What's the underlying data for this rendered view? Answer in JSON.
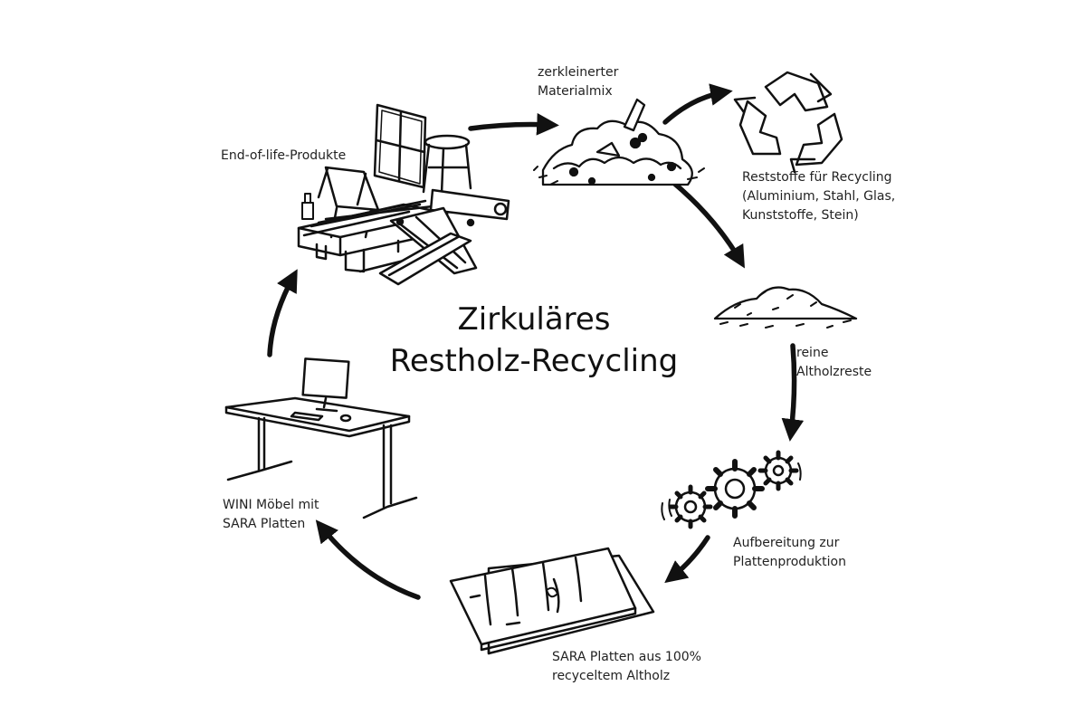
{
  "title": "Zirkuläres\nRestholz-Recycling",
  "colors": {
    "ink": "#111111",
    "background": "#ffffff"
  },
  "steps": [
    {
      "id": "end_of_life",
      "label": "End-of-life-Produkte",
      "icon": "furniture-pile-icon"
    },
    {
      "id": "material_mix",
      "label": "zerkleinerter\nMaterialmix",
      "icon": "shredded-mix-icon"
    },
    {
      "id": "residuals",
      "label": "Reststoffe für Recycling\n(Aluminium, Stahl, Glas,\nKunststoffe, Stein)",
      "icon": "recycle-icon"
    },
    {
      "id": "pure_wood",
      "label": "reine\nAltholzreste",
      "icon": "wood-chips-pile-icon"
    },
    {
      "id": "processing",
      "label": "Aufbereitung zur\nPlattenproduktion",
      "icon": "gears-icon"
    },
    {
      "id": "boards",
      "label": "SARA Platten aus 100%\nrecyceltem Altholz",
      "icon": "boards-icon"
    },
    {
      "id": "furniture",
      "label": "WINI Möbel mit\nSARA Platten",
      "icon": "desk-computer-icon"
    }
  ]
}
